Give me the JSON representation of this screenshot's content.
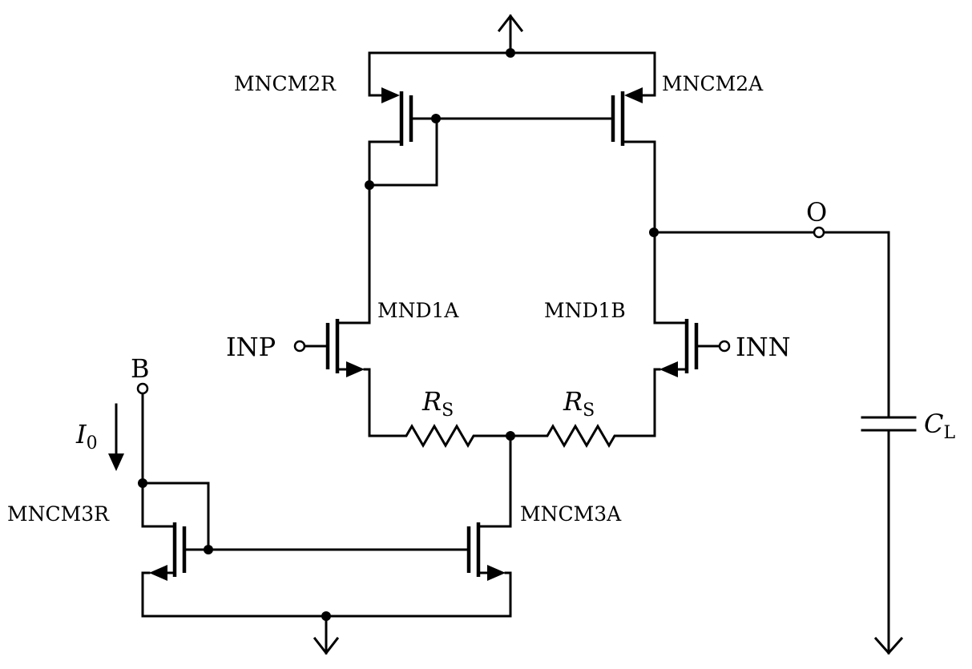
{
  "devices": {
    "mncm2r": "MNCM2R",
    "mncm2a": "MNCM2A",
    "mnd1a": "MND1A",
    "mnd1b": "MND1B",
    "mncm3r": "MNCM3R",
    "mncm3a": "MNCM3A"
  },
  "ports": {
    "inp": "INP",
    "inn": "INN",
    "bias": "B",
    "output": "O"
  },
  "resistor": {
    "symbol": "R",
    "sub": "S"
  },
  "capacitor": {
    "symbol": "C",
    "sub": "L"
  },
  "current": {
    "symbol": "I",
    "sub": "0"
  },
  "style": {
    "line": "#000000",
    "background": "#ffffff"
  }
}
